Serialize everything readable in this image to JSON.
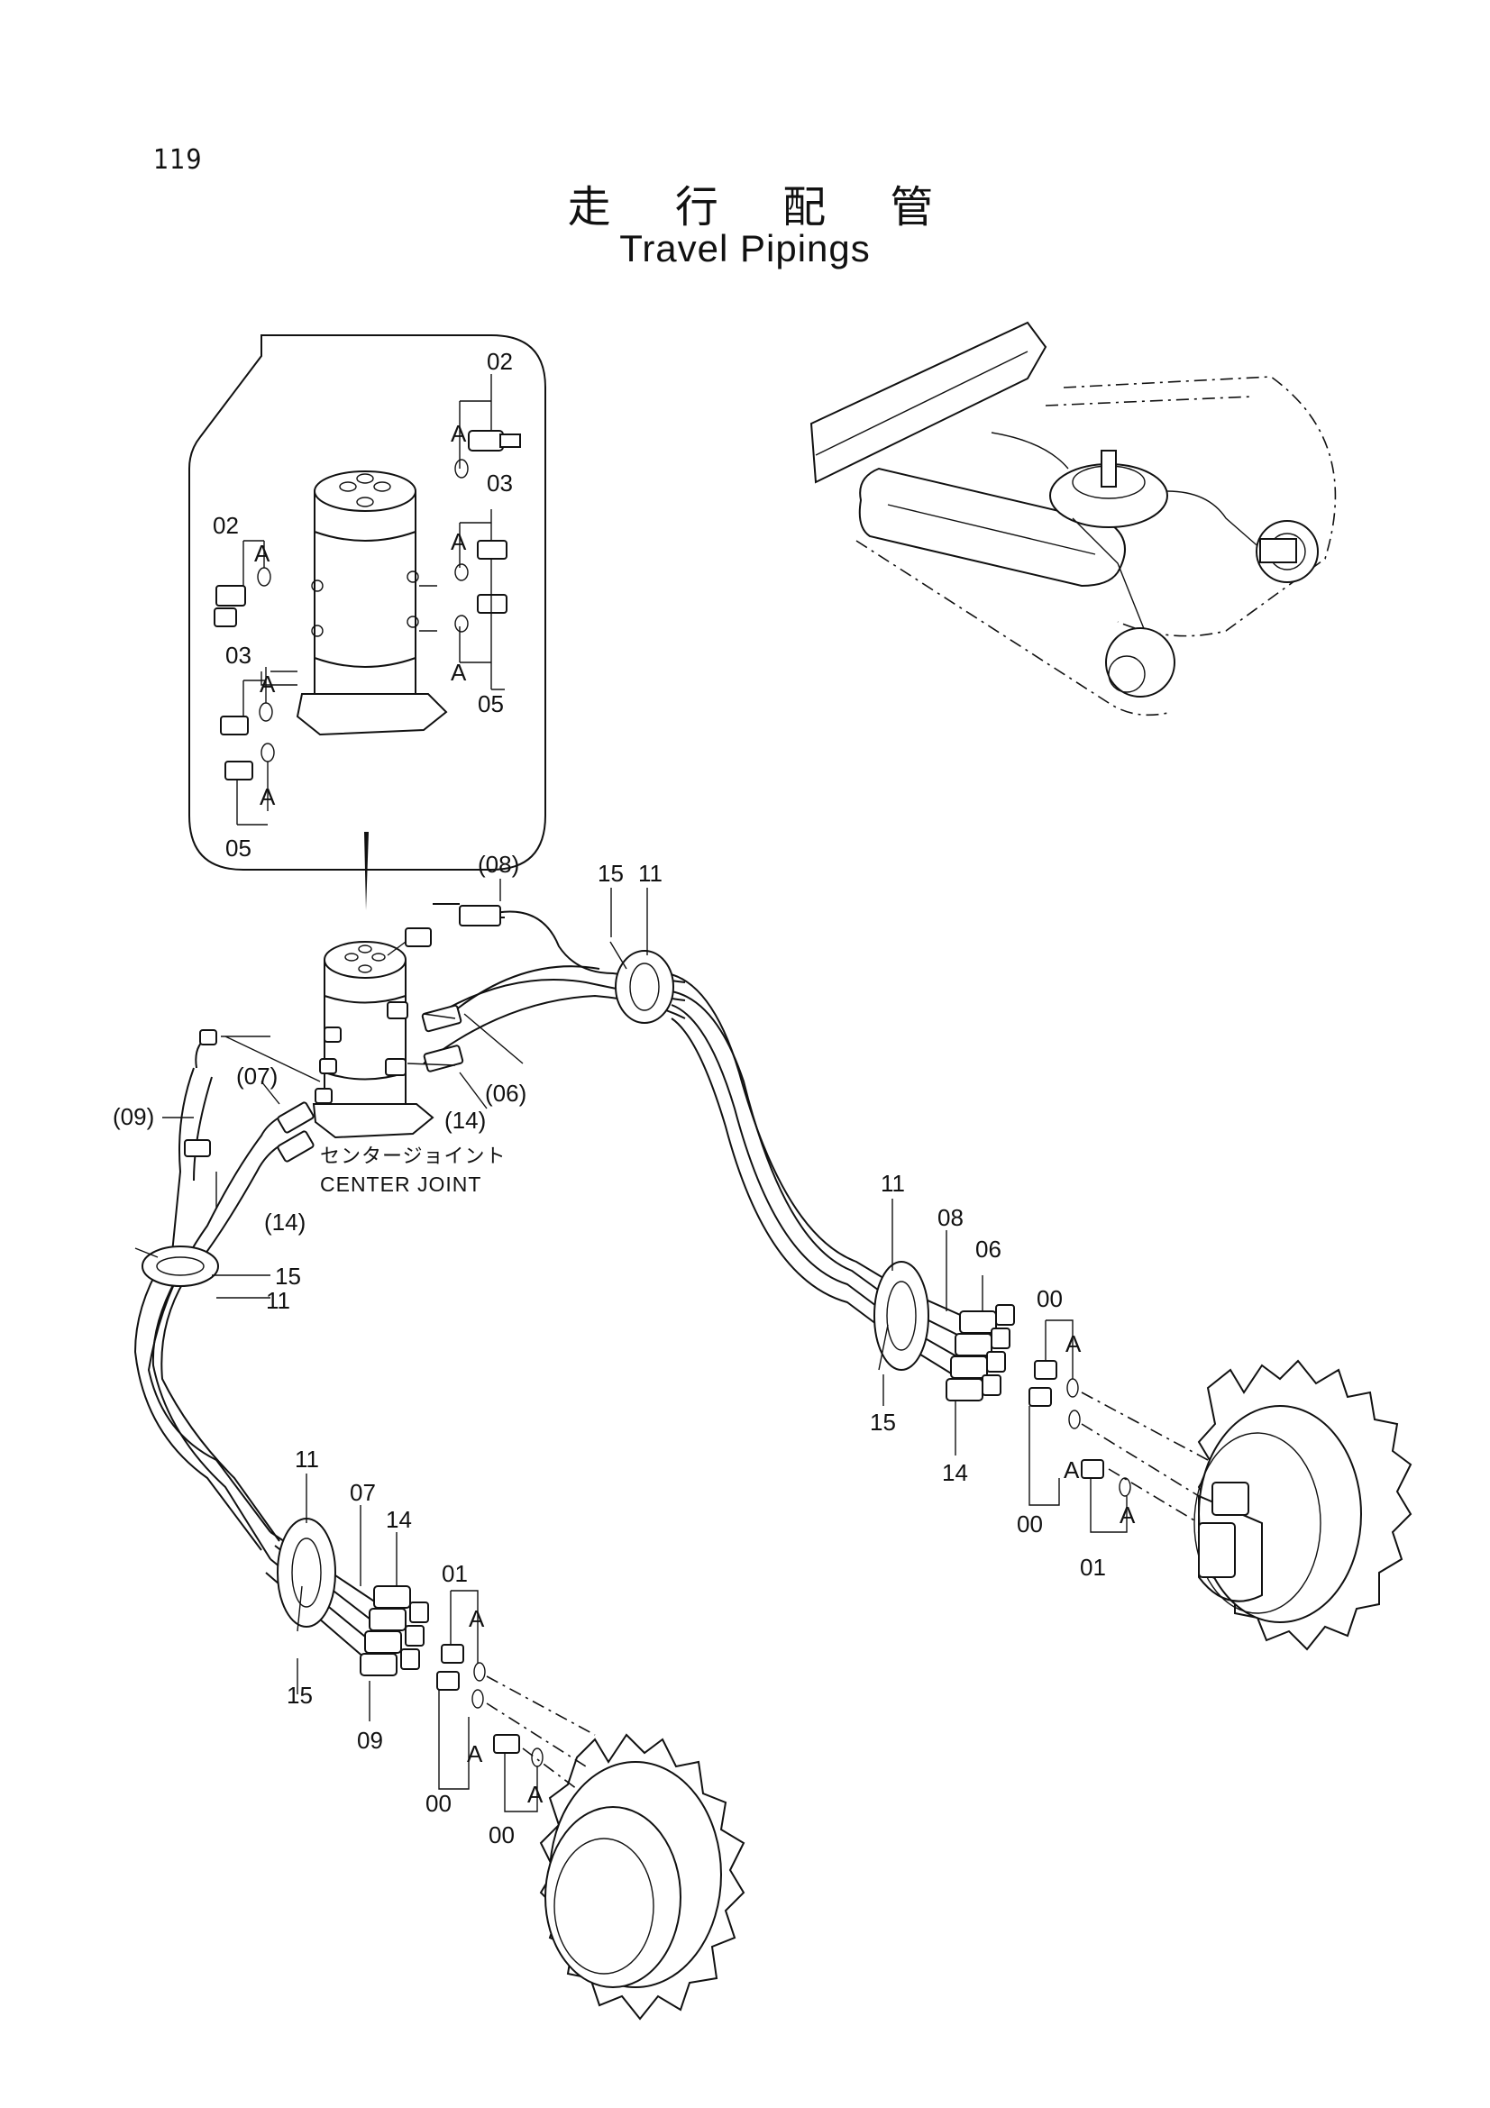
{
  "page": {
    "number": "119",
    "title_jp": "走 行 配 管",
    "title_en": "Travel Pipings"
  },
  "center_joint": {
    "label_jp": "センタージョイント",
    "label_en": "CENTER JOINT"
  },
  "callouts": {
    "inset_02_top": "02",
    "inset_a_1": "A",
    "inset_03_right": "03",
    "inset_a_2": "A",
    "inset_a_3": "A",
    "inset_05_right": "05",
    "inset_02_left": "02",
    "inset_a_4": "A",
    "inset_03_left": "03",
    "inset_a_5": "A",
    "inset_a_6": "A",
    "inset_05_left": "05",
    "ref_08": "(08)",
    "clamp_15_top": "15",
    "clamp_11_top": "11",
    "ref_06": "(06)",
    "ref_14_mid": "(14)",
    "ref_07": "(07)",
    "ref_09": "(09)",
    "ref_14_low": "(14)",
    "clamp_15_left": "15",
    "clamp_11_left": "11",
    "right_11": "11",
    "right_08": "08",
    "right_06": "06",
    "right_00_top": "00",
    "right_a_1": "A",
    "right_15": "15",
    "right_14": "14",
    "right_a_2": "A",
    "right_00_bottom": "00",
    "right_a_3": "A",
    "right_01": "01",
    "left_11": "11",
    "left_07": "07",
    "left_14": "14",
    "left_01": "01",
    "left_a_1": "A",
    "left_15": "15",
    "left_09": "09",
    "left_a_2": "A",
    "left_00_a": "00",
    "left_a_3": "A",
    "left_00_b": "00"
  }
}
